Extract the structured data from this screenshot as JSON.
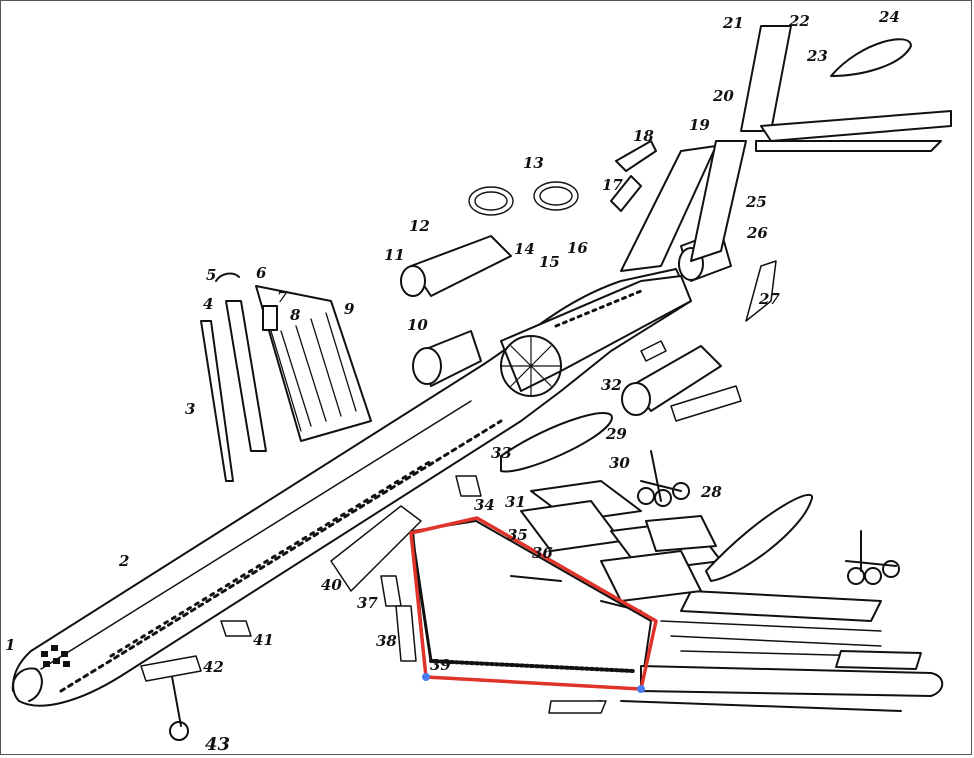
{
  "labels": [
    "1",
    "2",
    "3",
    "4",
    "5",
    "6",
    "7",
    "8",
    "9",
    "10",
    "11",
    "12",
    "13",
    "14",
    "15",
    "16",
    "17",
    "18",
    "19",
    "20",
    "21",
    "22",
    "23",
    "24",
    "25",
    "26",
    "27",
    "28",
    "29",
    "30",
    "31",
    "32",
    "33",
    "34",
    "35",
    "36",
    "37",
    "38",
    "39",
    "40",
    "41",
    "42",
    "43"
  ],
  "highlight": {
    "outline_color": "#e0342b",
    "point_color": "#4a7df0"
  }
}
